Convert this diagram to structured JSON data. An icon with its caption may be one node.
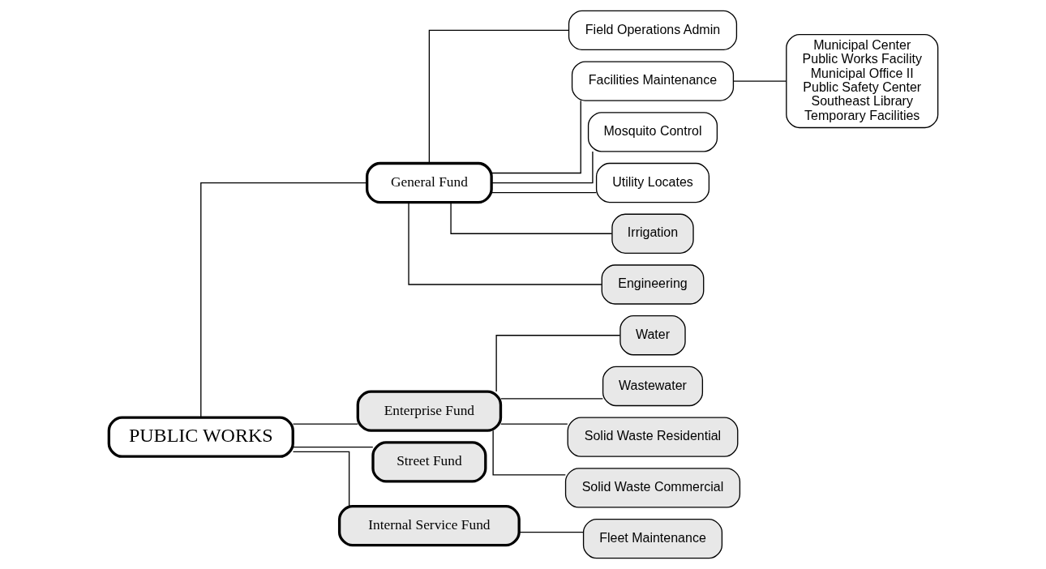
{
  "diagram": {
    "nodes": [
      {
        "text": [
          "PUBLIC WORKS"
        ]
      },
      {
        "text": [
          "General Fund"
        ]
      },
      {
        "text": [
          "Enterprise Fund"
        ]
      },
      {
        "text": [
          "Street Fund"
        ]
      },
      {
        "text": [
          "Internal Service Fund"
        ]
      },
      {
        "text": [
          "Field Operations Admin"
        ]
      },
      {
        "text": [
          "Facilities Maintenance"
        ]
      },
      {
        "text": [
          "Municipal Center",
          "Public Works Facility",
          "Municipal Office II",
          "Public Safety Center",
          "Southeast Library",
          "Temporary Facilities"
        ]
      },
      {
        "text": [
          "Mosquito Control"
        ]
      },
      {
        "text": [
          "Utility Locates"
        ]
      },
      {
        "text": [
          "Irrigation"
        ]
      },
      {
        "text": [
          "Engineering"
        ]
      },
      {
        "text": [
          "Water"
        ]
      },
      {
        "text": [
          "Wastewater"
        ]
      },
      {
        "text": [
          "Solid Waste Residential"
        ]
      },
      {
        "text": [
          "Solid Waste Commercial"
        ]
      },
      {
        "text": [
          "Fleet Maintenance"
        ]
      }
    ],
    "edges": [
      {
        "from": 0,
        "to": 1,
        "arrow": "none"
      },
      {
        "from": 0,
        "to": 2,
        "arrow": "none"
      },
      {
        "from": 0,
        "to": 3,
        "arrow": "none"
      },
      {
        "from": 0,
        "to": 4,
        "arrow": "none"
      },
      {
        "from": 1,
        "to": 5,
        "arrow": "none"
      },
      {
        "from": 1,
        "to": 6,
        "arrow": "none"
      },
      {
        "from": 6,
        "to": 7,
        "arrow": "none"
      },
      {
        "from": 1,
        "to": 8,
        "arrow": "none"
      },
      {
        "from": 1,
        "to": 9,
        "arrow": "none"
      },
      {
        "from": 1,
        "to": 10,
        "arrow": "none"
      },
      {
        "from": 1,
        "to": 11,
        "arrow": "none"
      },
      {
        "from": 2,
        "to": 12,
        "arrow": "none"
      },
      {
        "from": 2,
        "to": 13,
        "arrow": "none"
      },
      {
        "from": 2,
        "to": 14,
        "arrow": "none"
      },
      {
        "from": 2,
        "to": 15,
        "arrow": "none"
      },
      {
        "from": 4,
        "to": 16,
        "arrow": "none"
      }
    ]
  }
}
